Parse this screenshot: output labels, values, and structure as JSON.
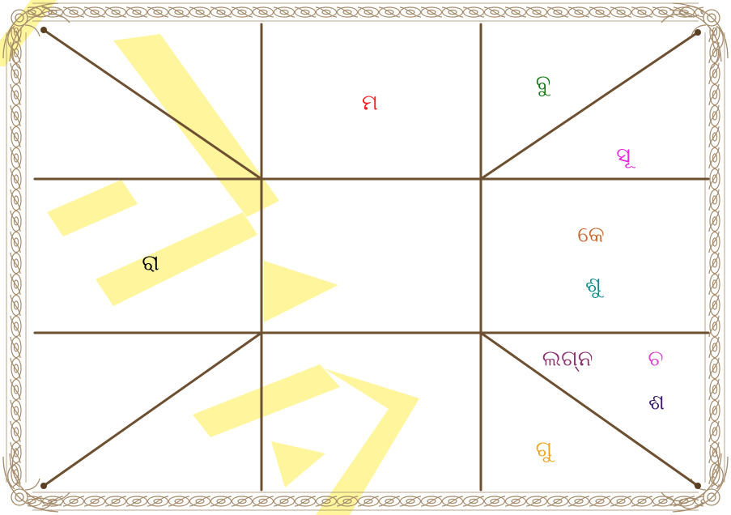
{
  "colors": {
    "background": "#ffffff",
    "grid_line": "#6d5031",
    "border": "#a58c6c",
    "border_dot": "#5b3f22",
    "watermark": "#fff59d"
  },
  "chart": {
    "houses": {
      "top_center": [
        {
          "label": "ମ",
          "color": "#ff1f1f"
        }
      ],
      "top_right_upper": [
        {
          "label": "ବୁ",
          "color": "#157a16"
        }
      ],
      "top_right_lower": [
        {
          "label": "ସୂ",
          "color": "#e823e3"
        }
      ],
      "middle_right": [
        {
          "label": "କେ",
          "color": "#c9682e"
        },
        {
          "label": "ଶୁ",
          "color": "#0f8f8c"
        }
      ],
      "bottom_right_upper": [
        {
          "label": "ଲଗ୍ନ",
          "color": "#8b306f"
        },
        {
          "label": "ଚ",
          "color": "#e042d2"
        },
        {
          "label": "ଶ",
          "color": "#3b1872"
        }
      ],
      "bottom_right_lower": [
        {
          "label": "ଗୁ",
          "color": "#f0a11b"
        }
      ],
      "middle_left": [
        {
          "label": "ରା",
          "color": "#000000"
        }
      ]
    }
  }
}
